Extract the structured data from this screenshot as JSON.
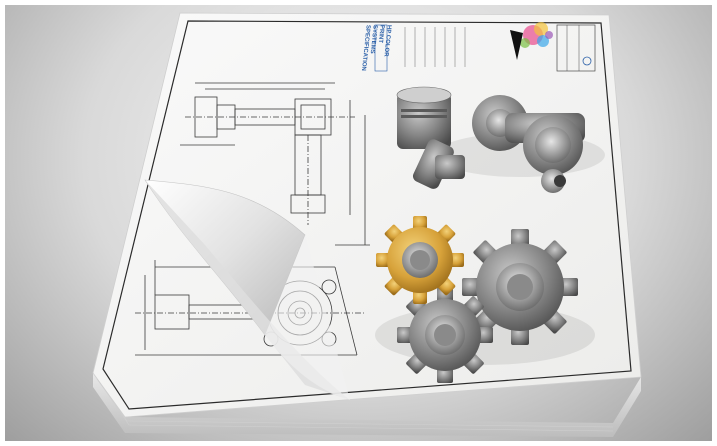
{
  "scene": {
    "description_elements": [
      "paper-stack",
      "technical-drawing",
      "piston-render",
      "gear-render",
      "page-curl"
    ],
    "colors": {
      "background_dark": "#9e9e9e",
      "background_light": "#f7f7f7",
      "paper": "#f4f4f2",
      "line": "#3a3a3a",
      "gold_gear": "#d7a23a",
      "steel_gear": "#7b7b7b",
      "accent_blue": "#2a5fa8"
    }
  },
  "title_block": {
    "brand_line1": "HP COLOR",
    "brand_line2": "PRINT SYSTEMS",
    "brand_line3": "SPECIFICATION"
  }
}
